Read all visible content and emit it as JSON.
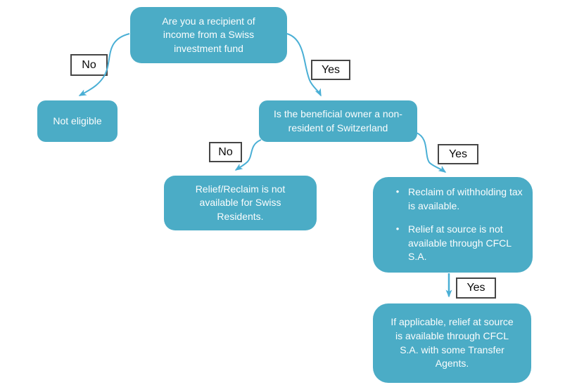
{
  "diagram": {
    "type": "decision-flowchart",
    "colors": {
      "node_fill": "#4BACC6",
      "node_text": "#FBFDFD",
      "arrow": "#4AAFD5",
      "label_border": "#464646",
      "label_bg": "#FFFFFF",
      "label_text": "#0A0A0A",
      "background": "#FFFFFF"
    },
    "bullet_glyph": "•",
    "nodes": {
      "q1": "Are you a recipient of income from a Swiss investment fund",
      "not_eligible": "Not eligible",
      "q2": "Is the beneficial owner a non-resident of Switzerland",
      "swiss_residents": "Relief/Reclaim is not available for Swiss Residents.",
      "reclaim_bullets": [
        "Reclaim of withholding tax is available.",
        "Relief at source is not available through CFCL S.A."
      ],
      "relief_at_source": "If applicable, relief at source is available through CFCL S.A. with some Transfer Agents."
    },
    "labels": {
      "no1": "No",
      "yes1": "Yes",
      "no2": "No",
      "yes2": "Yes",
      "yes3": "Yes"
    }
  }
}
